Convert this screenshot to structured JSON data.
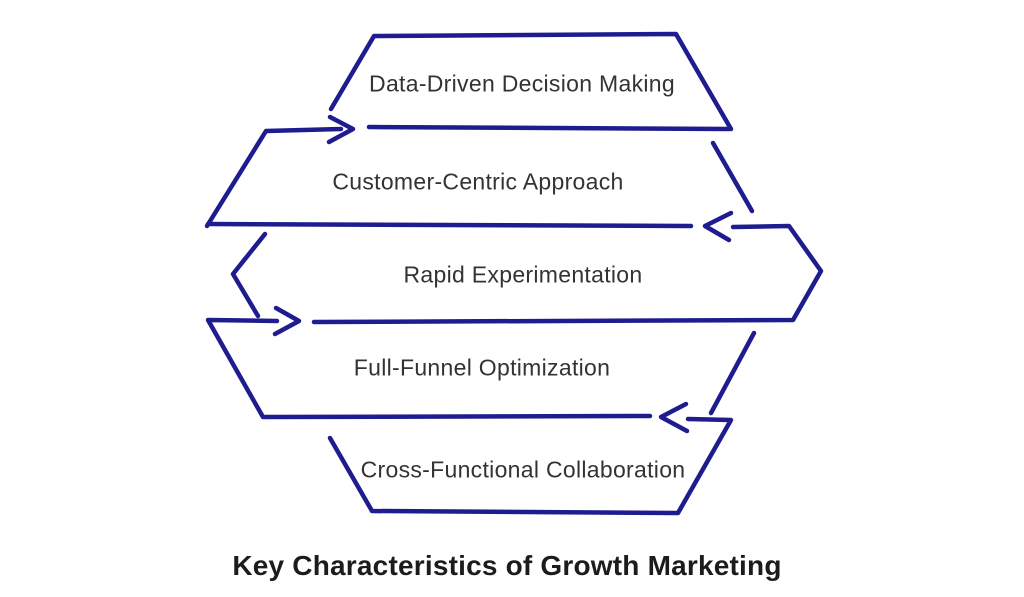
{
  "diagram": {
    "type": "zigzag-flow",
    "arrow_color": "#1e1c8f",
    "label_color": "#333333",
    "title_color": "#1c1c1c",
    "background_color": "#ffffff",
    "items": [
      {
        "label": "Data-Driven Decision Making"
      },
      {
        "label": "Customer-Centric Approach"
      },
      {
        "label": "Rapid Experimentation"
      },
      {
        "label": "Full-Funnel Optimization"
      },
      {
        "label": "Cross-Functional Collaboration"
      }
    ],
    "title": "Key Characteristics of Growth Marketing"
  }
}
